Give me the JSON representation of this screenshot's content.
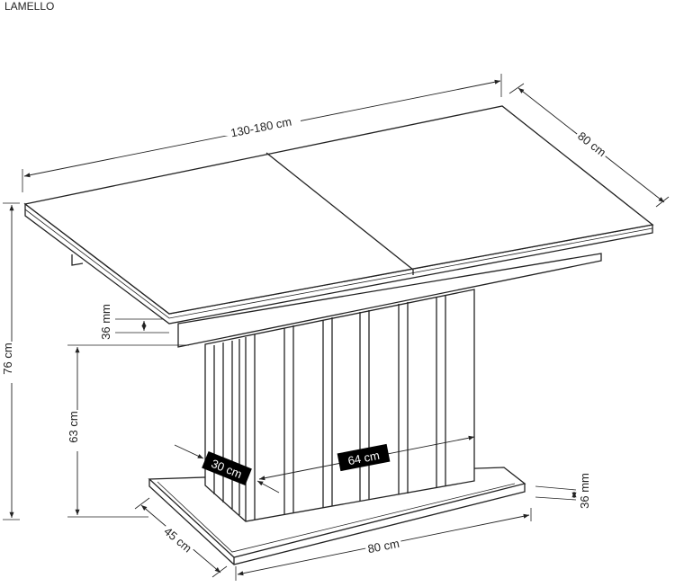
{
  "product_name": "LAMELLO",
  "dimensions": {
    "top_length": "130-180 cm",
    "top_depth": "80 cm",
    "height_total": "76 cm",
    "height_column": "63 cm",
    "top_thickness": "36 mm",
    "base_thickness": "36 mm",
    "column_depth": "30 cm",
    "column_width": "64 cm",
    "base_depth": "45 cm",
    "base_width": "80 cm"
  },
  "colors": {
    "line": "#222222",
    "label_box": "#000000",
    "label_text": "#ffffff"
  }
}
